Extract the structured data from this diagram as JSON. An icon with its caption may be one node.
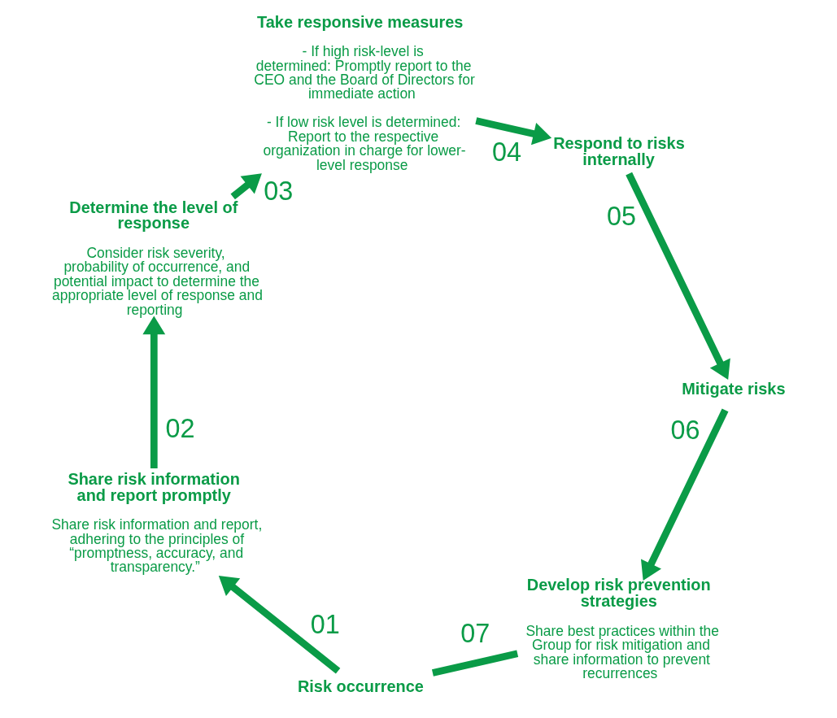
{
  "diagram": {
    "nodes": [
      {
        "text": [
          "Risk occurrence"
        ]
      },
      {
        "text": [
          "Share risk information and report promptly",
          "Share risk information and report, adhering to the principles of “promptness, accuracy, and transparency.”"
        ]
      },
      {
        "text": [
          "Determine the level of response",
          "Consider risk severity, probability of occurrence, and potential impact to determine the appropriate level of response and reporting"
        ]
      },
      {
        "text": [
          "Take responsive measures",
          "- If high risk-level is determined: Promptly report to the CEO and the Board of Directors for immediate action",
          "- If low risk level is determined: Report to the respective organization in charge for lower-level response"
        ]
      },
      {
        "text": [
          "Respond to risks internally"
        ]
      },
      {
        "text": [
          "Mitigate risks"
        ]
      },
      {
        "text": [
          "Develop risk prevention strategies",
          "Share best practices within the Group for risk mitigation and share information to prevent recurrences"
        ]
      }
    ],
    "edges": [
      {
        "from": 0,
        "to": 1,
        "arrow": "to",
        "label": "01"
      },
      {
        "from": 1,
        "to": 2,
        "arrow": "to",
        "label": "02"
      },
      {
        "from": 2,
        "to": 3,
        "arrow": "to",
        "label": "03"
      },
      {
        "from": 3,
        "to": 4,
        "arrow": "to",
        "label": "04"
      },
      {
        "from": 4,
        "to": 5,
        "arrow": "to",
        "label": "05"
      },
      {
        "from": 5,
        "to": 6,
        "arrow": "to",
        "label": "06"
      },
      {
        "from": 6,
        "to": 0,
        "arrow": "none",
        "label": "07"
      }
    ]
  }
}
